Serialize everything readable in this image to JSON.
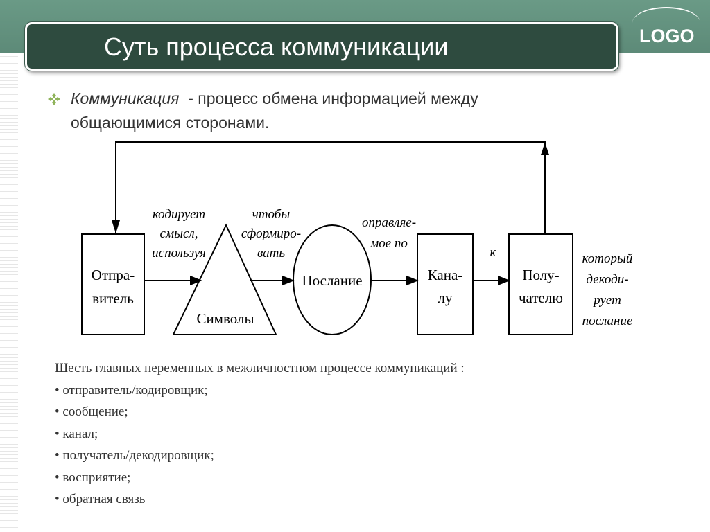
{
  "header": {
    "title": "Суть процесса коммуникации",
    "logo": "LOGO"
  },
  "definition": {
    "bullet_icon": "diamond-bullet-icon",
    "term": "Коммуникация",
    "rest": "  - процесс обмена информацией между",
    "line2": "общающимися сторонами."
  },
  "diagram": {
    "sender": [
      "Отпра-",
      "витель"
    ],
    "symbols": "Символы",
    "message": "Послание",
    "channel": [
      "Кана-",
      "лу"
    ],
    "receiver": [
      "Полу-",
      "чателю"
    ],
    "note_encode": [
      "кодирует",
      "смысл,",
      "используя"
    ],
    "note_form": [
      "чтобы",
      "сформиро-",
      "вать"
    ],
    "note_send": [
      "оправляе-",
      "мое по"
    ],
    "note_to": "к",
    "note_decode": [
      "который",
      "декоди-",
      "рует",
      "послание"
    ]
  },
  "variables": {
    "heading": "Шесть главных переменных в межличностном процессе коммуникаций :",
    "items": [
      "отправитель/кодировщик;",
      "сообщение;",
      "канал;",
      "получатель/декодировщик;",
      "восприятие;",
      "обратная связь"
    ]
  },
  "colors": {
    "header_band": "#5d8a78",
    "title_bar": "#2e4b3f",
    "text": "#333333"
  }
}
